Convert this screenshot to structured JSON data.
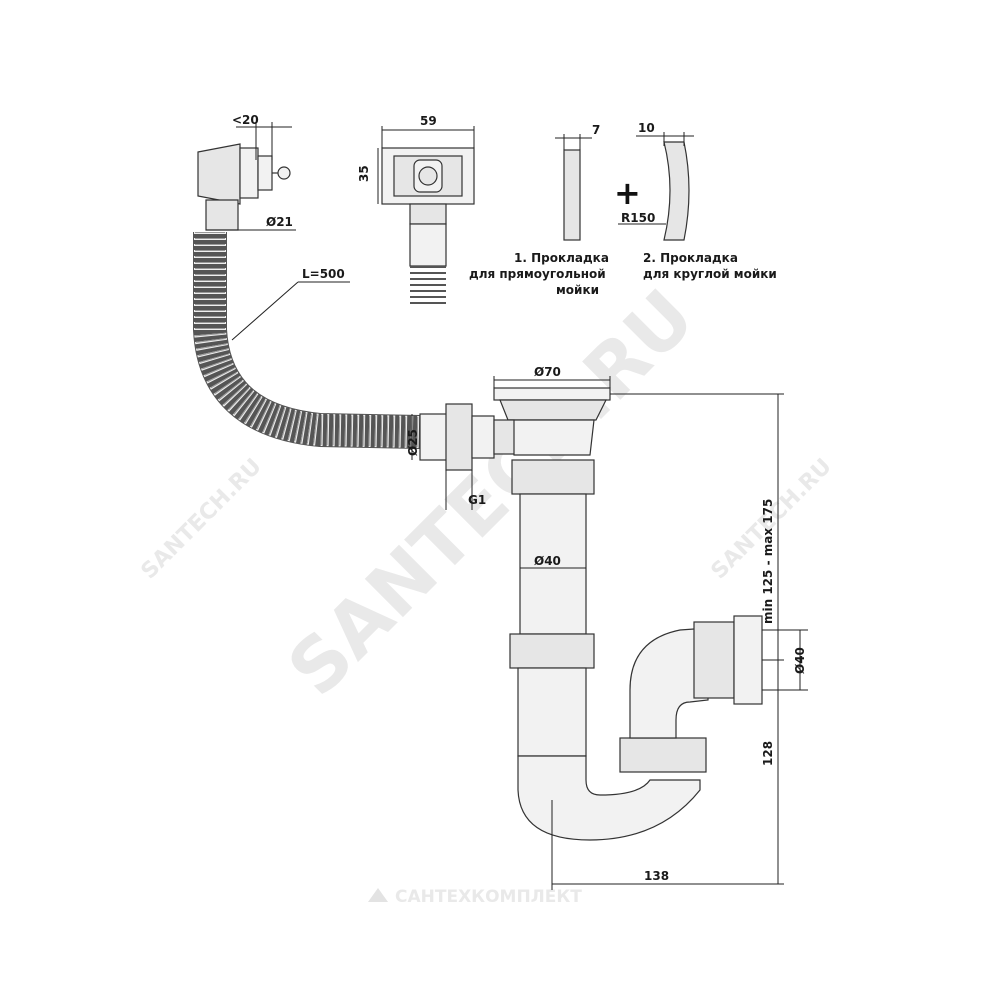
{
  "overflow_tube": {
    "offset": "<20",
    "diameter": "Ø21",
    "length": "L=500"
  },
  "overflow_grille": {
    "width": "59",
    "height": "35"
  },
  "gasket_rect": {
    "thickness": "7",
    "caption_line1": "1. Прокладка",
    "caption_line2": "для прямоугольной",
    "caption_line3": "мойки"
  },
  "gasket_round": {
    "thickness": "10",
    "radius": "R150",
    "caption_line1": "2. Прокладка",
    "caption_line2": "для круглой мойки"
  },
  "plus_sign": "+",
  "outlet": {
    "grille_diameter": "Ø70",
    "hose_diameter": "Ø25",
    "thread": "G1",
    "pipe_diameter": "Ø40"
  },
  "trap": {
    "height_range": "min 125 - max 175",
    "outlet_diameter": "Ø40",
    "outlet_height": "128",
    "width": "138"
  },
  "watermark": {
    "main": "SANTECH.RU",
    "small": "SANTECH.RU",
    "logo": "САНТЕХКОМПЛЕКТ"
  }
}
